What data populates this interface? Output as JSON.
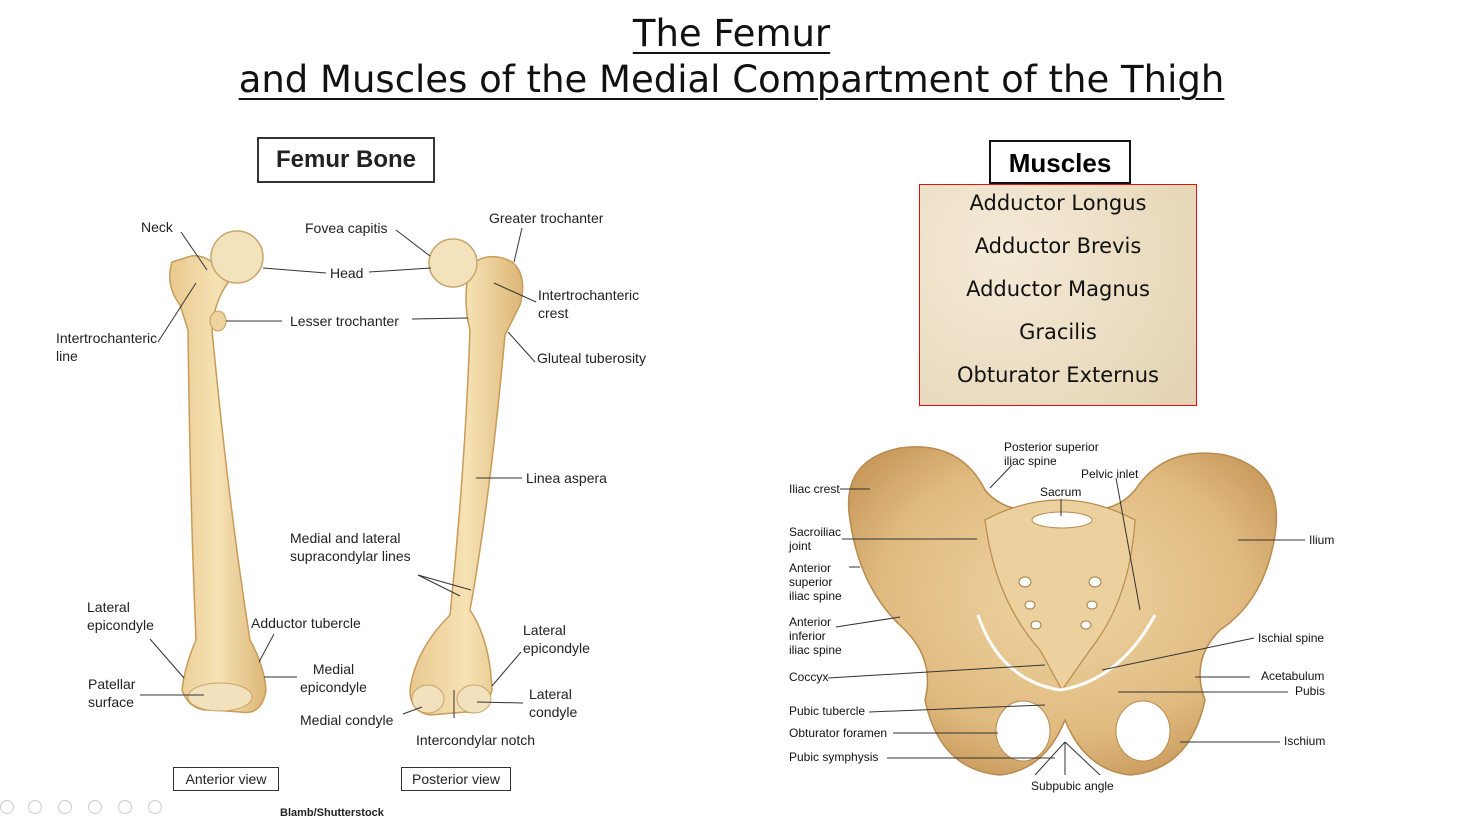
{
  "title": {
    "line1": "The Femur",
    "line2": "and Muscles of the Medial Compartment of the Thigh"
  },
  "femur": {
    "heading": "Femur Bone",
    "labels": {
      "neck": "Neck",
      "fovea_capitis": "Fovea capitis",
      "head": "Head",
      "greater_trochanter": "Greater trochanter",
      "intertrochanteric_crest": "Intertrochanteric\ncrest",
      "lesser_trochanter": "Lesser trochanter",
      "intertrochanteric_line": "Intertrochanteric\nline",
      "gluteal_tuberosity": "Gluteal tuberosity",
      "linea_aspera": "Linea aspera",
      "supracondylar_lines": "Medial and lateral\nsupracondylar lines",
      "lateral_epicondyle_left": "Lateral\nepicondyle",
      "adductor_tubercle": "Adductor tubercle",
      "lateral_epicondyle_right": "Lateral\nepicondyle",
      "medial_epicondyle": "Medial\nepicondyle",
      "patellar_surface": "Patellar\nsurface",
      "lateral_condyle": "Lateral\ncondyle",
      "medial_condyle": "Medial condyle",
      "intercondylar_notch": "Intercondylar notch"
    },
    "anterior_view": "Anterior view",
    "posterior_view": "Posterior view",
    "credit": "Blamb/Shutterstock"
  },
  "muscles": {
    "heading": "Muscles",
    "items": [
      "Adductor Longus",
      "Adductor Brevis",
      "Adductor Magnus",
      "Gracilis",
      "Obturator Externus"
    ]
  },
  "pelvis": {
    "labels": {
      "posterior_superior_iliac_spine": "Posterior superior\niliac spine",
      "pelvic_inlet": "Pelvic inlet",
      "iliac_crest": "Iliac crest",
      "sacrum": "Sacrum",
      "sacroiliac_joint": "Sacroiliac\njoint",
      "ilium": "Ilium",
      "anterior_superior_iliac_spine": "Anterior\nsuperior\niliac spine",
      "anterior_inferior_iliac_spine": "Anterior\ninferior\niliac spine",
      "ischial_spine": "Ischial spine",
      "coccyx": "Coccyx",
      "acetabulum": "Acetabulum",
      "pubis": "Pubis",
      "pubic_tubercle": "Pubic tubercle",
      "obturator_foramen": "Obturator foramen",
      "ischium": "Ischium",
      "pubic_symphysis": "Pubic symphysis",
      "subpubic_angle": "Subpubic angle"
    }
  }
}
